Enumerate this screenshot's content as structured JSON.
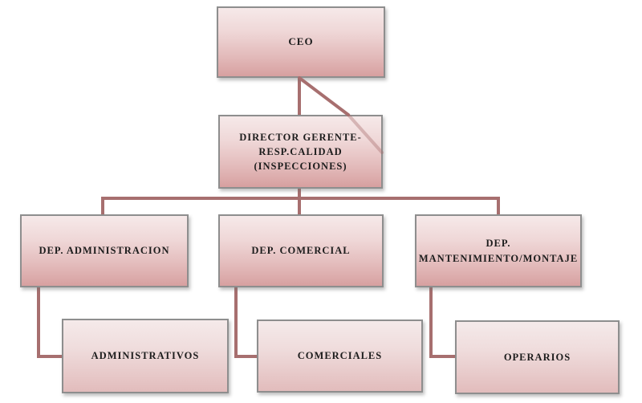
{
  "diagram": {
    "type": "org-chart",
    "background": "#ffffff",
    "nodes": {
      "ceo": {
        "label": "CEO",
        "level": 1
      },
      "director": {
        "label": "DIRECTOR GERENTE-\nRESP.CALIDAD\n(INSPECCIONES)",
        "level": 2
      },
      "dep_administracion": {
        "label": "DEP. ADMINISTRACION",
        "level": 3
      },
      "dep_comercial": {
        "label": "DEP. COMERCIAL",
        "level": 3
      },
      "dep_mantenimiento": {
        "label": "DEP.\nMANTENIMIENTO/MONTAJE",
        "level": 3
      },
      "administrativos": {
        "label": "ADMINISTRATIVOS",
        "level": 4
      },
      "comerciales": {
        "label": "COMERCIALES",
        "level": 4
      },
      "operarios": {
        "label": "OPERARIOS",
        "level": 4
      }
    },
    "edges": [
      {
        "from": "ceo",
        "to": "director"
      },
      {
        "from": "director",
        "to": "dep_administracion"
      },
      {
        "from": "director",
        "to": "dep_comercial"
      },
      {
        "from": "director",
        "to": "dep_mantenimiento"
      },
      {
        "from": "dep_administracion",
        "to": "administrativos"
      },
      {
        "from": "dep_comercial",
        "to": "comerciales"
      },
      {
        "from": "dep_mantenimiento",
        "to": "operarios"
      }
    ],
    "colors": {
      "connector": "#a76f6f",
      "box_border": "#8e8e8e",
      "box_gradient_top": "#f6e9e9",
      "box_gradient_bottom": "#d7a000a0",
      "text": "#1c1c1c",
      "background": "#ffffff"
    }
  }
}
